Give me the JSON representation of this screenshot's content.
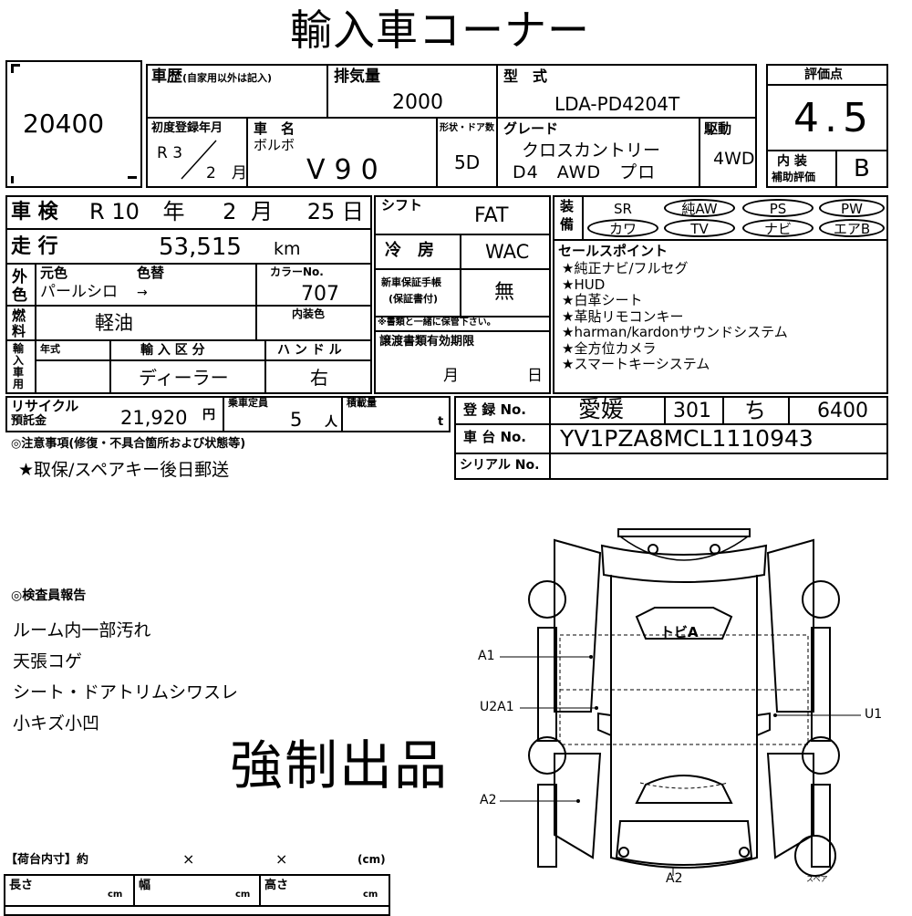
{
  "title": "輸入車コーナー",
  "lot_number": "20400",
  "history": {
    "label": "車歴",
    "note": "(自家用以外は記入)"
  },
  "displacement": {
    "label": "排気量",
    "value": "2000"
  },
  "model_type": {
    "label": "型　式",
    "value": "LDA-PD4204T"
  },
  "score": {
    "label": "評価点",
    "value": "4.5"
  },
  "first_registration": {
    "label": "初度登録年月",
    "era": "R",
    "year": "3",
    "month": "2",
    "month_unit": "月"
  },
  "car_name": {
    "label": "車　名",
    "maker": "ボルボ",
    "model": "V90"
  },
  "body_doors": {
    "label": "形状・ドア数",
    "value": "5D"
  },
  "grade": {
    "label": "グレード",
    "line1": "クロスカントリー",
    "line2": "D4　AWD　プロ"
  },
  "drive": {
    "label": "駆動",
    "value": "4WD"
  },
  "interior_score": {
    "label1": "内 装",
    "label2": "補助評価",
    "value": "B"
  },
  "inspection": {
    "label": "車 検",
    "era": "R",
    "year": "10",
    "year_unit": "年",
    "month": "2",
    "month_unit": "月",
    "day": "25",
    "day_unit": "日"
  },
  "shift": {
    "label": "シフト",
    "value": "FAT"
  },
  "equipment": {
    "label": "装備",
    "items_row1": [
      "SR",
      "純AW",
      "PS",
      "PW"
    ],
    "items_row2": [
      "カワ",
      "TV",
      "ナビ",
      "エアB"
    ]
  },
  "mileage": {
    "label": "走 行",
    "value": "53,515",
    "unit": "km"
  },
  "aircon": {
    "label": "冷　房",
    "value": "WAC"
  },
  "color": {
    "side_label": "外色",
    "original_label": "元色",
    "original": "パールシロ",
    "change_label": "色替",
    "arrow": "→",
    "code_label": "カラーNo.",
    "code": "707"
  },
  "sales_points": {
    "label": "セールスポイント",
    "items": [
      "★純正ナビ/フルセグ",
      "★HUD",
      "★白革シート",
      "★革貼リモコンキー",
      "★harman/kardonサウンドシステム",
      "★全方位カメラ",
      "★スマートキーシステム"
    ]
  },
  "new_car_warranty": {
    "label1": "新車保証手帳",
    "label2": "(保証書付)",
    "value": "無",
    "note": "※書類と一緒に保管下さい。"
  },
  "fuel": {
    "side_label": "燃料",
    "value": "軽油",
    "interior_color_label": "内装色"
  },
  "import_info": {
    "side_label": "輸入車用",
    "year_label": "年式",
    "type_label": "輸 入 区 分",
    "type_value": "ディーラー",
    "handle_label": "ハ ン ド ル",
    "handle_value": "右"
  },
  "transfer_docs": {
    "label": "譲渡書類有効期限",
    "month_unit": "月",
    "day_unit": "日"
  },
  "recycle": {
    "label1": "リサイクル",
    "label2": "預託金",
    "value": "21,920",
    "unit": "円"
  },
  "capacity": {
    "label": "乗車定員",
    "value": "5",
    "unit": "人"
  },
  "load": {
    "label": "積載量",
    "unit": "t"
  },
  "registration": {
    "label": "登 録 No.",
    "pref": "愛媛",
    "class": "301",
    "kana": "ち",
    "number": "6400"
  },
  "chassis": {
    "label": "車 台 No.",
    "value": "YV1PZA8MCL1110943"
  },
  "serial": {
    "label": "シリアル No."
  },
  "notes": {
    "label": "◎注意事項(修復・不具合箇所および状態等)",
    "text": "★取保/スペアキー後日郵送"
  },
  "inspector_report": {
    "label": "◎検査員報告",
    "lines": [
      "ルーム内一部汚れ",
      "天張コゲ",
      "シート・ドアトリムシワスレ",
      "小キズ小凹"
    ]
  },
  "stamp": {
    "text": "強制出品"
  },
  "diagram": {
    "top_label": "トビA",
    "labels": [
      "A1",
      "U2A1",
      "U1",
      "A2",
      "A2"
    ],
    "spare": "スペア"
  },
  "cargo": {
    "label": "【荷台内寸】約",
    "x1": "×",
    "x2": "×",
    "unit": "(cm)",
    "length": "長さ",
    "width": "幅",
    "height": "高さ",
    "cm": "cm"
  }
}
